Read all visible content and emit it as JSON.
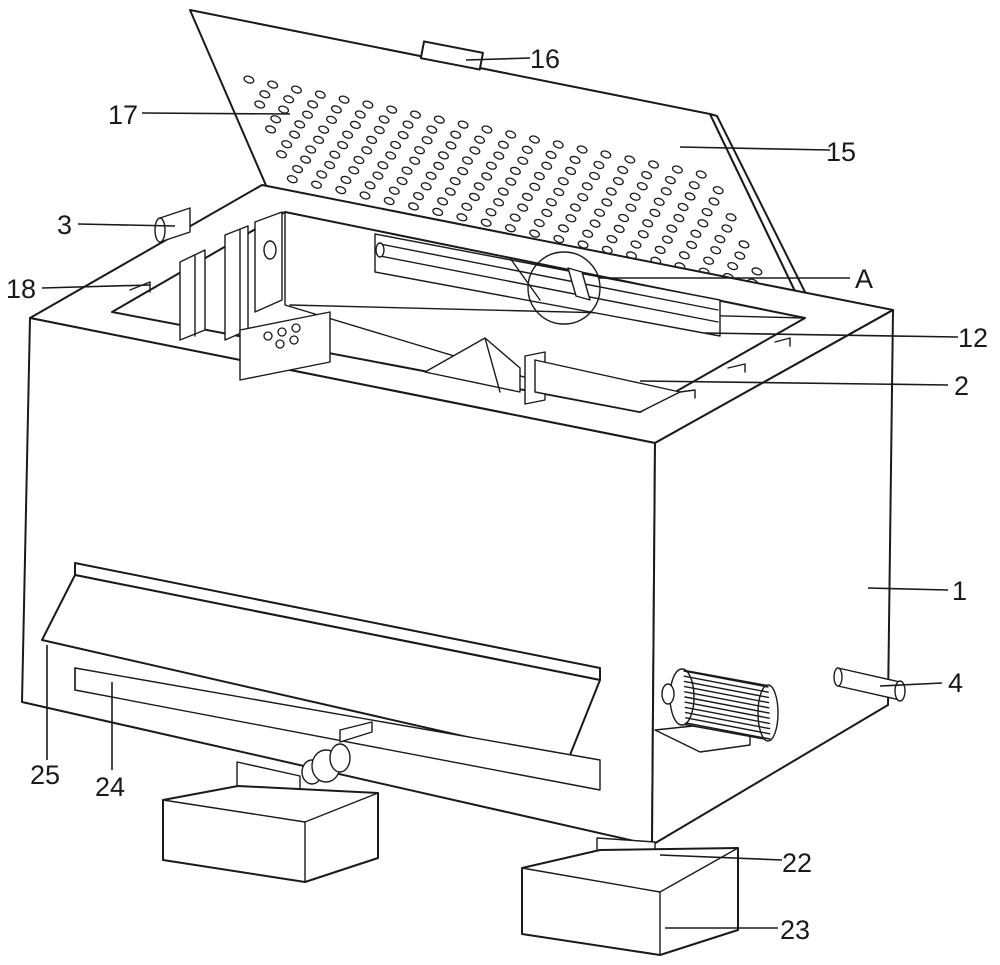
{
  "labels": {
    "l1": "1",
    "l2": "2",
    "l3": "3",
    "l4": "4",
    "l12": "12",
    "l15": "15",
    "l16": "16",
    "l17": "17",
    "l18": "18",
    "l22": "22",
    "l23": "23",
    "l24": "24",
    "l25": "25",
    "lA": "A"
  }
}
